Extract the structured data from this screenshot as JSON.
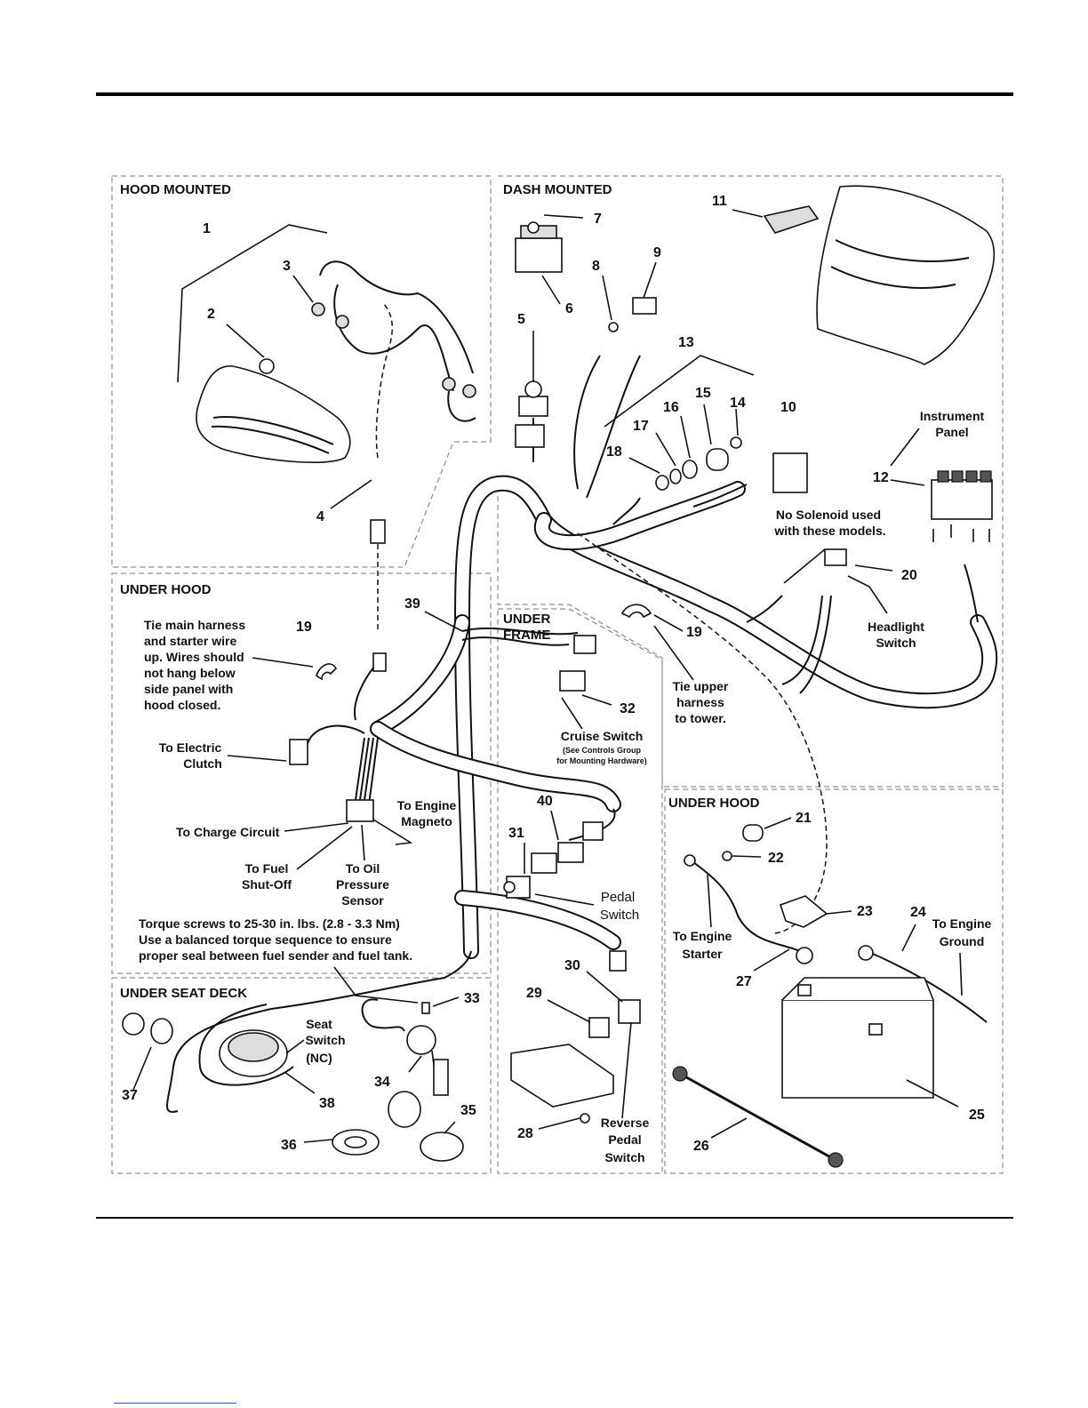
{
  "sections": {
    "hood_mounted": "HOOD MOUNTED",
    "dash_mounted": "DASH MOUNTED",
    "under_hood_left": "UNDER HOOD",
    "under_frame_1": "UNDER",
    "under_frame_2": "FRAME",
    "under_hood_right": "UNDER HOOD",
    "under_seat_deck": "UNDER SEAT DECK"
  },
  "callouts": [
    "1",
    "2",
    "3",
    "4",
    "5",
    "6",
    "7",
    "8",
    "9",
    "10",
    "11",
    "12",
    "13",
    "14",
    "15",
    "16",
    "17",
    "18",
    "19",
    "19",
    "20",
    "21",
    "22",
    "23",
    "24",
    "25",
    "26",
    "27",
    "28",
    "29",
    "30",
    "31",
    "32",
    "33",
    "34",
    "35",
    "36",
    "37",
    "38",
    "39",
    "40"
  ],
  "notes": {
    "instrument_panel": [
      "Instrument",
      "Panel"
    ],
    "no_solenoid": [
      "No Solenoid used",
      "with these models."
    ],
    "headlight_switch": [
      "Headlight",
      "Switch"
    ],
    "tie_main_harness": [
      "Tie main harness",
      "and starter wire",
      "up. Wires should",
      "not hang below",
      "side panel with",
      "hood closed."
    ],
    "tie_upper_harness": [
      "Tie upper",
      "harness",
      "to tower."
    ],
    "cruise_switch": "Cruise Switch",
    "cruise_switch_note": [
      "(See Controls Group",
      "for Mounting Hardware)"
    ],
    "to_electric_clutch": [
      "To Electric",
      "Clutch"
    ],
    "to_engine_magneto": [
      "To Engine",
      "Magneto"
    ],
    "to_charge_circuit": "To Charge Circuit",
    "to_fuel_shutoff": [
      "To Fuel",
      "Shut-Off"
    ],
    "to_oil_pressure": [
      "To Oil",
      "Pressure",
      "Sensor"
    ],
    "pedal_switch": [
      "Pedal",
      "Switch"
    ],
    "torque_note": [
      "Torque screws to 25-30 in. lbs. (2.8 - 3.3 Nm)",
      "Use a balanced torque sequence to ensure",
      "proper seal between fuel sender and fuel tank."
    ],
    "to_engine_starter": [
      "To Engine",
      "Starter"
    ],
    "to_engine_ground": [
      "To Engine",
      "Ground"
    ],
    "seat_switch": [
      "Seat",
      "Switch",
      "(NC)"
    ],
    "reverse_pedal_switch": [
      "Reverse",
      "Pedal",
      "Switch"
    ]
  }
}
